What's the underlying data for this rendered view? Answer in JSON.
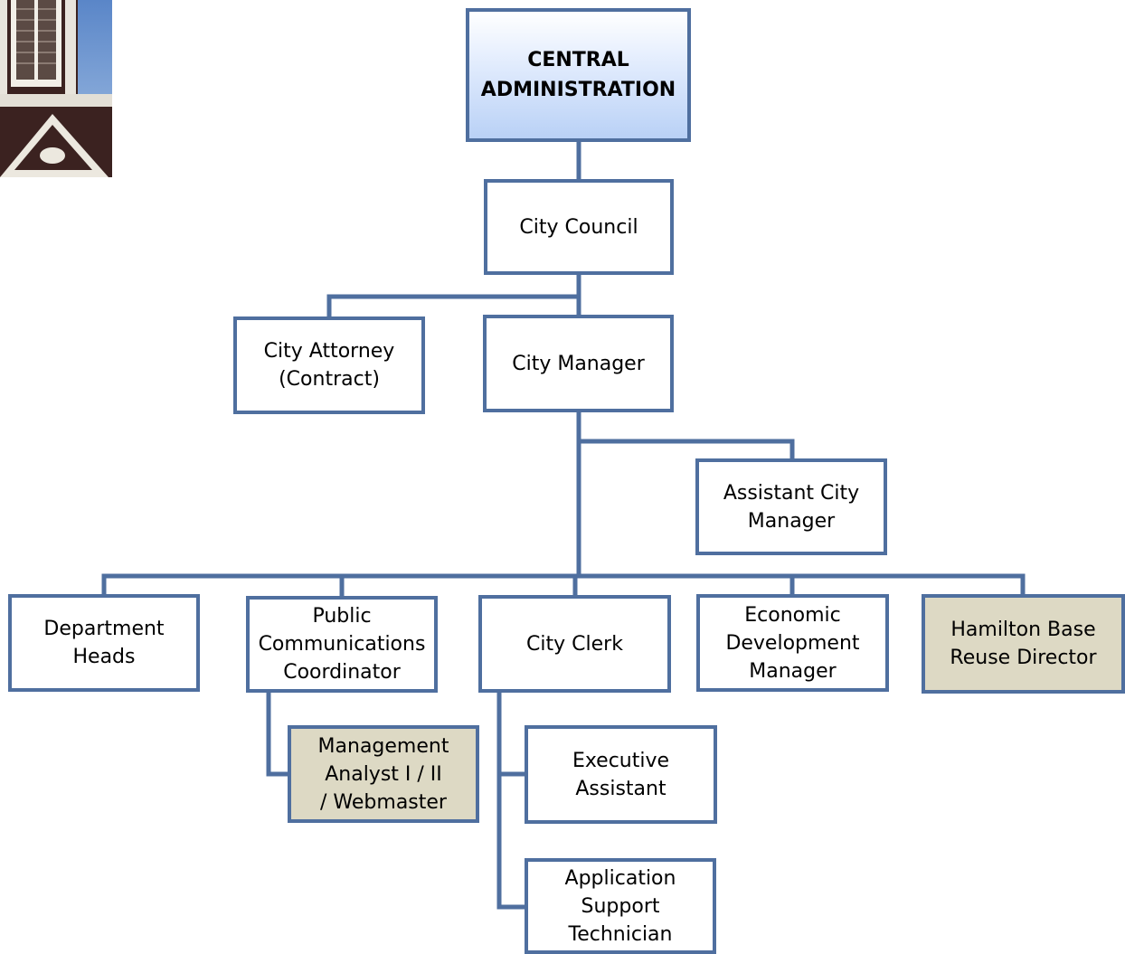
{
  "org_chart": {
    "title": "CENTRAL\nADMINISTRATION",
    "city_council": "City Council",
    "city_attorney": "City Attorney\n(Contract)",
    "city_manager": "City Manager",
    "assistant_city_manager": "Assistant City\nManager",
    "department_heads": "Department\nHeads",
    "public_communications_coordinator": "Public\nCommunications\nCoordinator",
    "city_clerk": "City Clerk",
    "economic_development_manager": "Economic\nDevelopment\nManager",
    "hamilton_base_reuse_director": "Hamilton Base\nReuse Director",
    "management_analyst": "Management\nAnalyst I / II\n/ Webmaster",
    "executive_assistant": "Executive\nAssistant",
    "application_support_technician": "Application\nSupport\nTechnician"
  },
  "colors": {
    "border": "#4f6f9f",
    "title_fill": "#b9d1f6",
    "highlight_fill": "#ddd9c4",
    "building_wall": "#3b2220"
  }
}
